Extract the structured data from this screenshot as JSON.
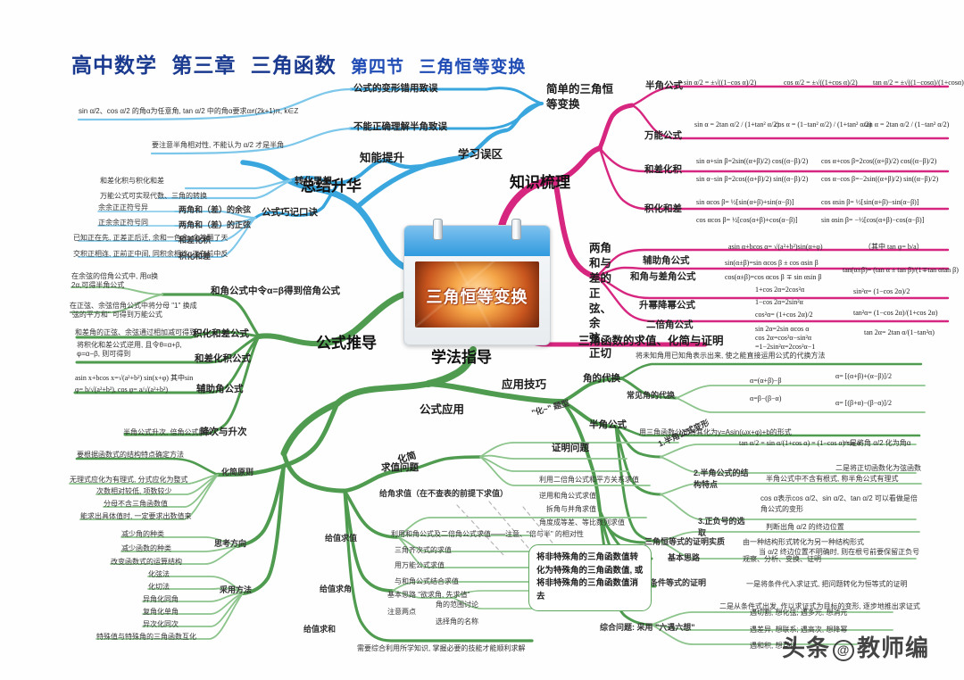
{
  "title": {
    "subject": "高中数学",
    "chapter": "第三章",
    "chapter_name": "三角函数",
    "section": "第四节",
    "section_name": "三角恒等变换"
  },
  "center": {
    "caption": "三角恒等变换",
    "card_type": "calendar-card"
  },
  "colors": {
    "blue": "#3aa6de",
    "pink": "#d6267f",
    "green": "#4f9b4f",
    "title_blue": "#1f3a93"
  },
  "branches": {
    "summary": {
      "label": "总结升华",
      "color": "#3aa6de",
      "children": [
        {
          "label": "学习误区",
          "items": [
            "公式的变形错用致误",
            "不能正确理解半角致误"
          ],
          "details": [
            "sin α/2、cos α/2 的角α为任意角, tan α/2 中的角α要求α≠(2k+1)π, k∈Z",
            "要注意半角相对性, 不能认为 α/2 才是半角"
          ]
        },
        {
          "label": "知能提升",
          "items": [
            "转化思想",
            "公式巧记口诀"
          ],
          "transform_details": [
            "和差化积与积化和差",
            "万能公式可实现代数、三角的转换"
          ],
          "mnemonic_children": [
            {
              "label": "两角和（差）的余弦",
              "detail": "余余正正符号异"
            },
            {
              "label": "两角和（差）的正弦",
              "detail": "正余余正符号同"
            },
            {
              "label": "和差化积",
              "detail": "已知正在先, 正差正后迁, 余和一色余, 余差翻了天"
            },
            {
              "label": "积化和差",
              "detail": "交积正相连, 正前正中间, 同积余相连, 正在前中反"
            }
          ]
        }
      ]
    },
    "derivation": {
      "label": "公式推导",
      "color": "#4f9b4f",
      "children": [
        {
          "label": "和角公式中令α=β得到倍角公式",
          "details": [
            "在余弦的倍角公式中, 用α换2α,可得半角公式",
            "在正弦、余弦倍角公式中将分母 \"1\" 换成 \"弦的平方和\" 可得到万能公式"
          ]
        },
        {
          "label": "积化和差公式",
          "detail": "和差角的正弦、余弦通过相加减可得到"
        },
        {
          "label": "和差化积公式",
          "detail": "将积化和差公式逆用, 且令θ=α+β, φ=α−β, 则可得到"
        },
        {
          "label": "辅助角公式",
          "detail": "asin x+bcos x=√(a²+b²) sin(x+φ) 其中sin φ= b/√(a²+b²), cos φ= a/√(a²+b²)"
        },
        {
          "label": "降次与升次",
          "detail": "半角公式升次, 倍角公式降次"
        }
      ]
    },
    "knowledge": {
      "label": "知识梳理",
      "color": "#d6267f",
      "children": [
        {
          "label": "简单的三角恒等变换",
          "items": [
            {
              "label": "半角公式",
              "formulas": [
                "sin α/2 = ±√((1−cos α)/2)",
                "cos α/2 = ±√((1+cos α)/2)",
                "tan α/2 = ±√((1−cosα)/(1+cosα))"
              ]
            },
            {
              "label": "万能公式",
              "formulas": [
                "sin α = 2tan α/2 / (1+tan² α/2)",
                "cos α = (1−tan² α/2) / (1+tan² α/2)",
                "tan α = 2tan α/2 / (1−tan² α/2)"
              ]
            },
            {
              "label": "和差化积",
              "formulas": [
                "sin α+sin β=2sin((α+β)/2) cos((α−β)/2)",
                "cos α+cos β=2cos((α+β)/2) cos((α−β)/2)",
                "sin α−sin β=2cos((α+β)/2) sin((α−β)/2)",
                "cos α−cos β=−2sin((α+β)/2) sin((α−β)/2)"
              ]
            },
            {
              "label": "积化和差",
              "formulas": [
                "sin αcos β= ½[sin(α+β)+sin(α−β)]",
                "cos αsin β= ½[sin(α+β)−sin(α−β)]",
                "cos αcos β= ½[cos(α+β)+cos(α−β)]",
                "sin αsin β= −½[cos(α+β)−cos(α−β)]"
              ]
            }
          ]
        },
        {
          "label": "两角和与差的正弦、余弦、正切",
          "items": [
            {
              "label": "辅助角公式",
              "formulas": [
                "asin α+bcos α= √(a²+b²)sin(α+φ)",
                "（其中 tan φ= b/a）"
              ]
            },
            {
              "label": "和角与差角公式",
              "formulas": [
                "sin(α±β)=sin αcos β ± cos αsin β",
                "cos(α±β)=cos αcos β ∓ sin αsin β",
                "tan(α±β)= (tan α ± tan β)/(1∓tan αtan β)"
              ]
            },
            {
              "label": "升幂降幂公式",
              "formulas": [
                "1+cos 2α=2cos²α",
                "1−cos 2α=2sin²α",
                "cos²α= (1+cos 2α)/2",
                "sin²α= (1−cos 2α)/2",
                "tan²α= (1−cos 2α)/(1+cos 2α)"
              ]
            },
            {
              "label": "二倍角公式",
              "formulas": [
                "sin 2α=2sin αcos α",
                "cos 2α=cos²α−sin²α =1−2sin²α=2cos²α−1",
                "tan 2α= 2tan α/(1−tan²α)"
              ]
            }
          ]
        },
        {
          "label": "三角函数的求值、化简与证明"
        }
      ]
    },
    "study_guide": {
      "label": "学法指导",
      "color": "#4f9b4f",
      "children": [
        {
          "label": "应用技巧",
          "items": [
            {
              "label": "角的代换",
              "detail": "将未知角用已知角表示出来, 使之能直接运用公式的代换方法",
              "sub": {
                "label": "常见角的代换",
                "lines": [
                  "α=(α+β)−β",
                  "α=β−(β−α)"
                ],
                "results": [
                  "α= [(α+β)+(α−β)]/2",
                  "α= [(β+α)−(β−α)]/2"
                ]
              }
            },
            {
              "label": "半角公式",
              "topic": "\"化~\" 题型",
              "topic_detail": "用三角函数公式将其化为y=Asin(ωx+φ)+b的形式",
              "subs": [
                {
                  "label": "1.半角公式变形",
                  "formula": "tan α/2 = sin α/(1+cos α) = (1−cos α)/sin α",
                  "notes": [
                    "一是将角 α/2 化为角α",
                    "二是将正切函数化为弦函数"
                  ]
                },
                {
                  "label": "2.半角公式的结构特点",
                  "notes": [
                    "半角公式中不含有根式, 称半角公式有理式",
                    "cos α表示cos α/2、sin α/2、tan α/2 可以看做是倍角公式的变形"
                  ]
                },
                {
                  "label": "3.正负号的选取",
                  "notes": [
                    "判断出角 α/2 的终边位置",
                    "当 α/2 终边位置不明确时, 则在根号前要保留正负号"
                  ]
                }
              ]
            },
            {
              "label": "证明问题",
              "subs": [
                {
                  "label": "三角恒等式的证明实质",
                  "detail": "由一种结构形式转化为另一种结构形式"
                },
                {
                  "label": "基本思路",
                  "detail": "观察、分析、变换、证明"
                },
                {
                  "label": "条件等式的证明",
                  "details": [
                    "一是将条件代入求证式, 把问题转化为恒等式的证明",
                    "二是从条件式出发, 作以求证式为目标的变形, 逐步地推出求证式"
                  ]
                },
                {
                  "label": "综合问题: 采用 \"六遇六想\"",
                  "details": [
                    "遇切割, 想化弦; 遇多元, 想消元",
                    "遇差异, 想联系; 遇高次, 想降幂",
                    "遇和积, 想互化"
                  ]
                }
              ]
            }
          ]
        },
        {
          "label": "公式应用",
          "items": [
            {
              "label": "化简",
              "subs": [
                {
                  "label": "化简原则",
                  "head": "要根据函数式的结构特点确定方法",
                  "details": [
                    "无理式应化为有理式, 分式应化为整式",
                    "次数相对较低, 项数较少",
                    "分母不含三角函数值",
                    "能求出具体值时, 一定要求出数值来"
                  ]
                },
                {
                  "label": "思考方向",
                  "details": [
                    "减少角的种类",
                    "减少函数的种类",
                    "改变函数式的运算结构"
                  ]
                },
                {
                  "label": "采用方法",
                  "details": [
                    "化弦法",
                    "化切法",
                    "异角化同角",
                    "复角化单角",
                    "异次化同次",
                    "特殊值与特殊角的三角函数互化"
                  ]
                }
              ]
            },
            {
              "label": "求值问题",
              "subs": [
                {
                  "label": "给角求值（在不查表的前提下求值）",
                  "details": [
                    "利用二倍角公式和平方关系求值",
                    "逆用和角公式求值",
                    "拆角与并角求值",
                    "角度成等差、等比数列求值"
                  ]
                },
                {
                  "label": "给值求值",
                  "details": [
                    "利用和角公式及二倍角公式求值——注意、\"倍与半\" 的相对性",
                    "三角齐次式的求值",
                    "用万能公式求值",
                    "与和角公式结合求值"
                  ]
                },
                {
                  "label": "给值求角",
                  "details": [
                    "基本思路 \"欲求角, 先求值\"",
                    "注意两点",
                    "角的范围讨论",
                    "选择角的名称"
                  ]
                },
                {
                  "label": "给值求和",
                  "details": [
                    "需要综合利用所学知识, 掌握必要的技能才能顺利求解"
                  ]
                }
              ]
            }
          ]
        }
      ]
    }
  },
  "callout": {
    "text": "将非特殊角的三角函数值转化为特殊角的三角函数值, 或将非特殊角的三角函数值消去"
  },
  "watermark": {
    "prefix": "头条",
    "at": "@",
    "suffix": "教师编"
  }
}
